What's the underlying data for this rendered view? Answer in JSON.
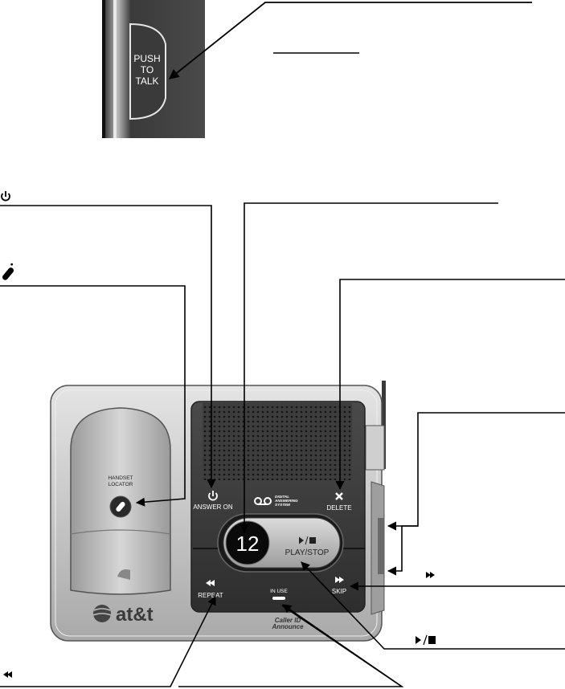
{
  "handset_button": {
    "line1": "PUSH",
    "line2": "TO",
    "line3": "TALK"
  },
  "base_labels": {
    "handset_locator_line1": "HANDSET",
    "handset_locator_line2": "LOCATOR",
    "answer_on": "ANSWER ON",
    "das_line1": "DIGITAL",
    "das_line2": "ANSWERING",
    "das_line3": "SYSTEM",
    "delete": "DELETE",
    "message_counter": "12",
    "play_stop": "PLAY/STOP",
    "repeat": "REPEAT",
    "skip": "SKIP",
    "in_use": "IN USE",
    "caller_id_line1": "Caller ID",
    "caller_id_line2": "Announce",
    "brand": "at&t"
  },
  "icons": {
    "answer_on_label_icon": "power-icon",
    "handset_locator_label_icon": "phone-handset-icon",
    "skip_label_icon": "fast-forward-icon",
    "play_stop_label_icon": "play-stop-icon",
    "repeat_label_icon": "rewind-icon"
  },
  "colors": {
    "base_silver": "#c9c9c9",
    "panel_dark": "#3b3b3b",
    "display_bg": "#0a0a0a",
    "leader_line": "#000000"
  }
}
